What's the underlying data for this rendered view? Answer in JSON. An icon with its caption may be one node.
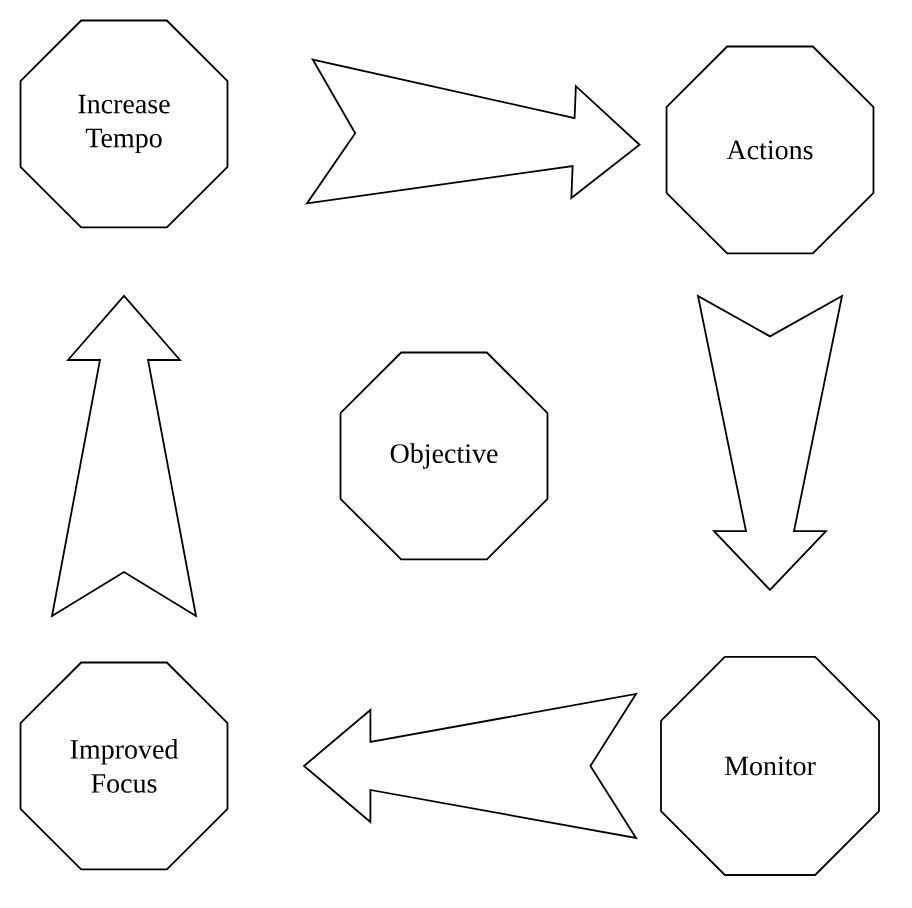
{
  "diagram": {
    "nodes": [
      {
        "text": [
          "Increase Tempo"
        ]
      },
      {
        "text": [
          "Actions"
        ]
      },
      {
        "text": [
          "Objective"
        ]
      },
      {
        "text": [
          "Monitor"
        ]
      },
      {
        "text": [
          "Improved Focus"
        ]
      }
    ],
    "edges": [
      {
        "from": 0,
        "to": 1,
        "arrow": "to"
      },
      {
        "from": 1,
        "to": 3,
        "arrow": "to"
      },
      {
        "from": 3,
        "to": 4,
        "arrow": "to"
      },
      {
        "from": 4,
        "to": 0,
        "arrow": "to"
      }
    ]
  }
}
